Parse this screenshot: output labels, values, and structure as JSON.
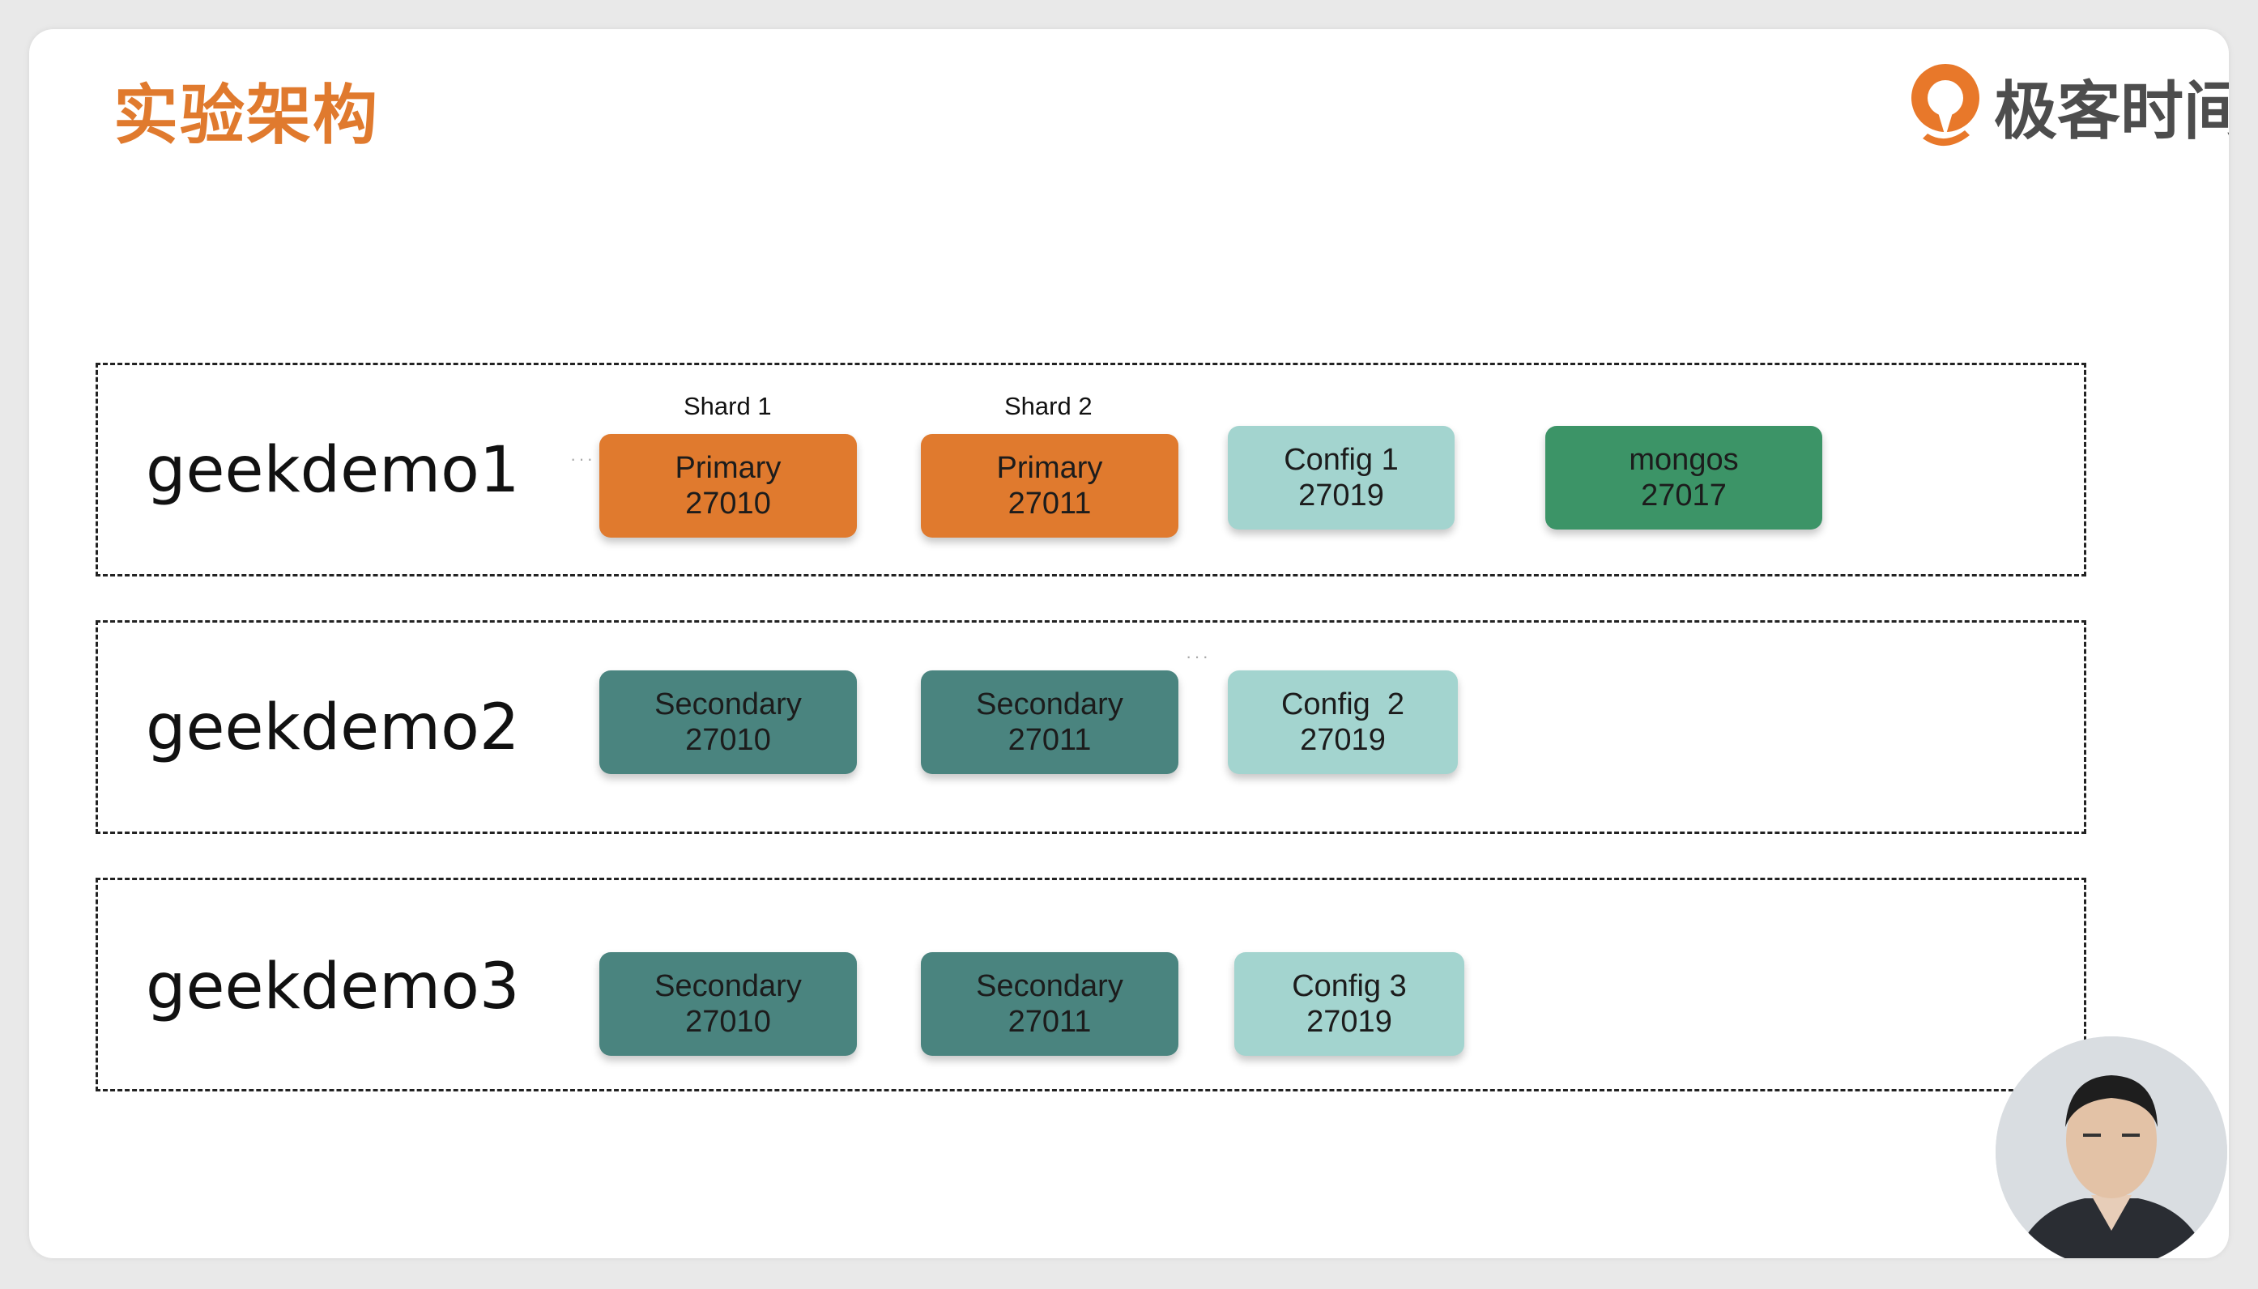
{
  "slide_title": "实验架构",
  "brand": {
    "name": "极客时间",
    "visible_text": "极客时间"
  },
  "colors": {
    "primary": "#e07a2e",
    "secondary": "#4a847f",
    "config": "#a3d4cf",
    "mongos": "#3c9467",
    "title": "#e07a2e"
  },
  "shard_labels": [
    "Shard 1",
    "Shard 2"
  ],
  "rows": [
    {
      "host": "geekdemo1",
      "nodes": [
        {
          "role": "Primary",
          "port": "27010",
          "kind": "primary"
        },
        {
          "role": "Primary",
          "port": "27011",
          "kind": "primary"
        },
        {
          "role": "Config 1",
          "port": "27019",
          "kind": "config"
        },
        {
          "role": "mongos",
          "port": "27017",
          "kind": "mongos"
        }
      ]
    },
    {
      "host": "geekdemo2",
      "nodes": [
        {
          "role": "Secondary",
          "port": "27010",
          "kind": "secondary"
        },
        {
          "role": "Secondary",
          "port": "27011",
          "kind": "secondary"
        },
        {
          "role": "Config  2",
          "port": "27019",
          "kind": "config"
        }
      ]
    },
    {
      "host": "geekdemo3",
      "nodes": [
        {
          "role": "Secondary",
          "port": "27010",
          "kind": "secondary"
        },
        {
          "role": "Secondary",
          "port": "27011",
          "kind": "secondary"
        },
        {
          "role": "Config 3",
          "port": "27019",
          "kind": "config"
        }
      ]
    }
  ]
}
